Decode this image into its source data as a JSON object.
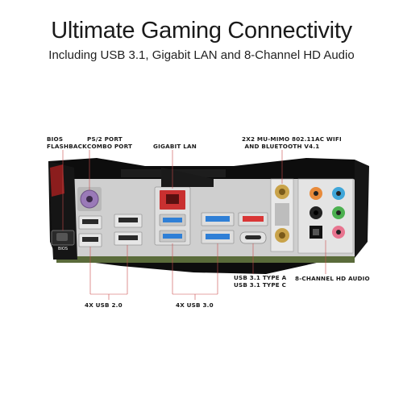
{
  "header": {
    "title": "Ultimate Gaming Connectivity",
    "subtitle": "Including USB 3.1, Gigabit LAN and 8-Channel HD Audio"
  },
  "labels": {
    "bios_line1": "BIOS",
    "bios_line2": "FLASHBACK",
    "ps2_line1": "PS/2 PORT",
    "ps2_line2": "COMBO PORT",
    "lan": "GIGABIT LAN",
    "wifi_line1": "2X2 MU-MIMO 802.11AC WIFI",
    "wifi_line2": "AND BLUETOOTH V4.1",
    "usb20": "4X USB 2.0",
    "usb30": "4X USB 3.0",
    "usb31_line1": "USB 3.1 TYPE A",
    "usb31_line2": "USB 3.1 TYPE C",
    "audio": "8-CHANNEL HD AUDIO"
  },
  "panel": {
    "bios_button_text": "BIOS"
  },
  "colors": {
    "usb20_port": "#2a2a2a",
    "usb30_port": "#2f7fd6",
    "usb31a_port": "#d93636",
    "lan_port": "#c93030",
    "panel_body": "#111111",
    "pcb_edge": "#5a6b3a",
    "audio_blue": "#3fa6d9",
    "audio_green": "#4cb050",
    "audio_pink": "#e8748f",
    "audio_orange": "#e88a3a",
    "gold": "#c9a34a"
  }
}
